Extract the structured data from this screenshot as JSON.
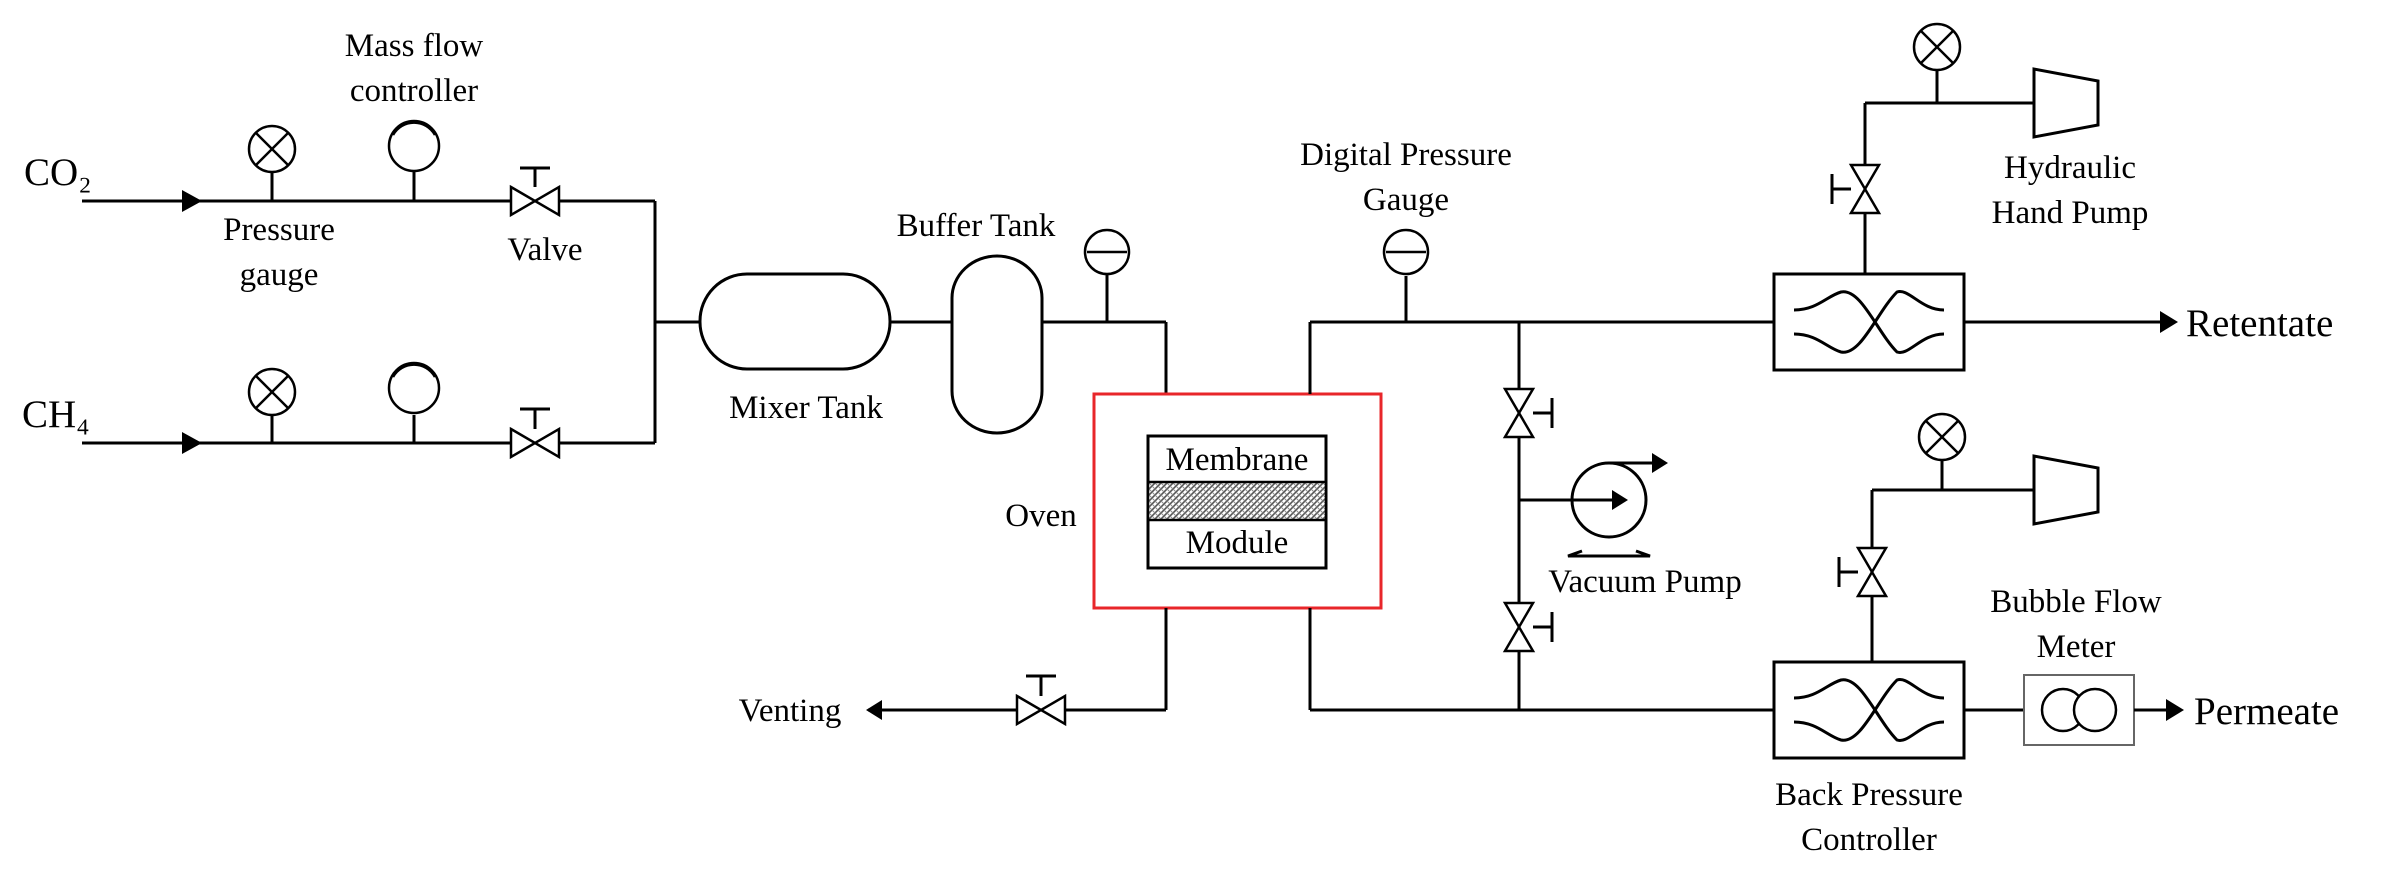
{
  "labels": {
    "co2": "CO₂",
    "ch4": "CH₄",
    "pressure_gauge_1": "Pressure",
    "pressure_gauge_2": "gauge",
    "mfc_1": "Mass flow",
    "mfc_2": "controller",
    "valve": "Valve",
    "mixer_tank": "Mixer Tank",
    "buffer_tank": "Buffer Tank",
    "oven": "Oven",
    "membrane": "Membrane",
    "module": "Module",
    "venting": "Venting",
    "digital_gauge_1": "Digital Pressure",
    "digital_gauge_2": "Gauge",
    "hydraulic_1": "Hydraulic",
    "hydraulic_2": "Hand Pump",
    "retentate": "Retentate",
    "vacuum_pump": "Vacuum Pump",
    "bubble_1": "Bubble Flow",
    "bubble_2": "Meter",
    "permeate": "Permeate",
    "bpc_1": "Back Pressure",
    "bpc_2": "Controller"
  },
  "colors": {
    "oven_border": "#e8262a",
    "membrane_hatch": "#9a9a9a"
  }
}
